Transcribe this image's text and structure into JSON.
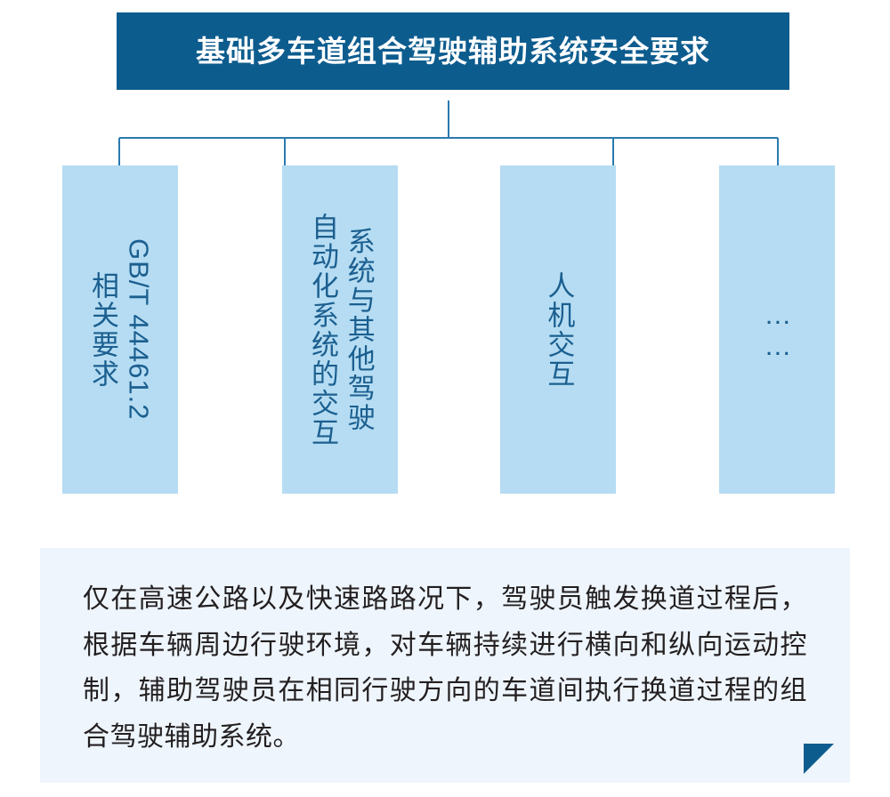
{
  "banner": {
    "title": "基础多车道组合驾驶辅助系统安全要求",
    "bg_color": "#0d5c8e",
    "text_color": "#ffffff"
  },
  "connector": {
    "line_color": "#2a7ab0"
  },
  "categories": [
    {
      "id": "gbt-44461-2",
      "box_color": "#b5dcf2",
      "text_color": "#1b5f90",
      "lines": [
        {
          "text": "GB/T 44461.2",
          "script": "latin"
        },
        {
          "text": "相关要求",
          "script": "cjk"
        }
      ]
    },
    {
      "id": "system-interaction",
      "box_color": "#b5dcf2",
      "text_color": "#1b5f90",
      "lines": [
        {
          "text": "系统与其他驾驶",
          "script": "cjk"
        },
        {
          "text": "自动化系统的交互",
          "script": "cjk"
        }
      ]
    },
    {
      "id": "human-machine-interaction",
      "box_color": "#b5dcf2",
      "text_color": "#1b5f90",
      "lines": [
        {
          "text": "人机交互",
          "script": "cjk"
        }
      ]
    },
    {
      "id": "ellipsis",
      "box_color": "#b5dcf2",
      "text_color": "#1b5f90",
      "lines": [
        {
          "text": "……",
          "script": "dots"
        }
      ]
    }
  ],
  "paragraph": {
    "bg_color": "#eef5fc",
    "text_color": "#231f20",
    "text": "仅在高速公路以及快速路路况下，驾驶员触发换道过程后，根据车辆周边行驶环境，对车辆持续进行横向和纵向运动控制，辅助驾驶员在相同行驶方向的车道间执行换道过程的组合驾驶辅助系统。",
    "corner_color": "#0d5c8e"
  }
}
